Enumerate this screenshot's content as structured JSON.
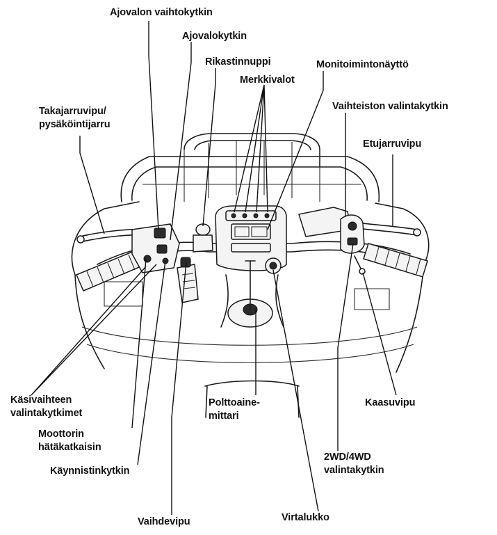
{
  "labels": {
    "headlight_dimmer": "Ajovalon vaihtokytkin",
    "headlight_switch": "Ajovalokytkin",
    "choke": "Rikastinnuppi",
    "multi_display": "Monitoimintonäyttö",
    "indicators": "Merkkivalot",
    "rear_brake_line1": "Takajarruvipu/",
    "rear_brake_line2": "pysäköintijarru",
    "select_lever": "Vaihteiston valintakytkin",
    "front_brake": "Etujarruvipu",
    "esp_line1": "Käsivaihteen",
    "esp_line2": "valintakytkimet",
    "fuel_line1": "Polttoaine-",
    "fuel_line2": "mittari",
    "throttle": "Kaasuvipu",
    "kill_line1": "Moottorin",
    "kill_line2": "hätäkatkaisin",
    "drive_line1": "2WD/4WD",
    "drive_line2": "valintakytkin",
    "starter": "Käynnistinkytkin",
    "shift": "Vaihdevipu",
    "ignition": "Virtalukko"
  }
}
